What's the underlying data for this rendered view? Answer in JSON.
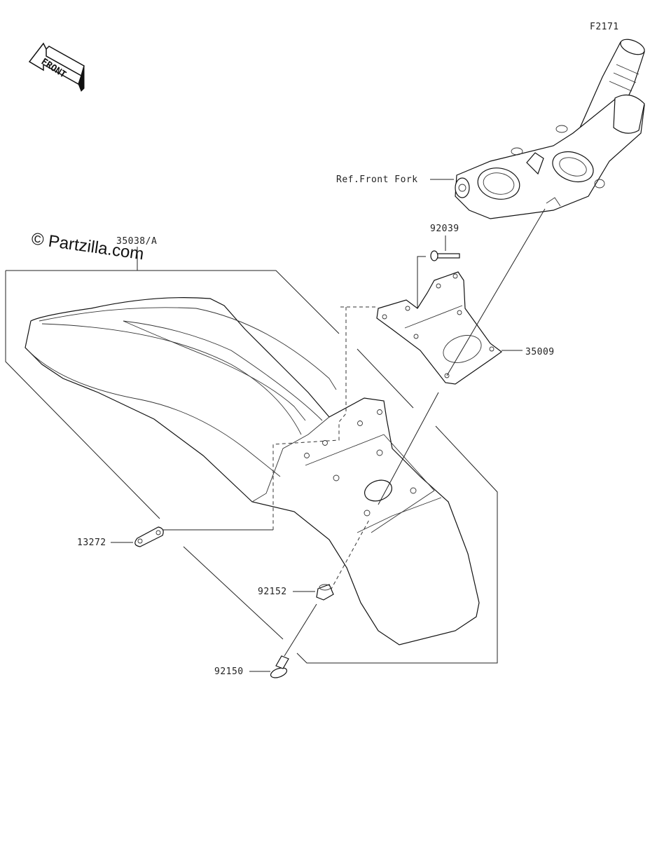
{
  "figure_code": "F2171",
  "watermark": "© Partzilla.com",
  "front_arrow_text": "FRONT",
  "reference_label": "Ref.Front Fork",
  "parts": {
    "fender": "35038/A",
    "fender_bracket": "35009",
    "bolt_small": "92039",
    "plate": "13272",
    "collar": "92152",
    "bolt": "92150"
  },
  "colors": {
    "line": "#222222",
    "background": "#ffffff"
  }
}
